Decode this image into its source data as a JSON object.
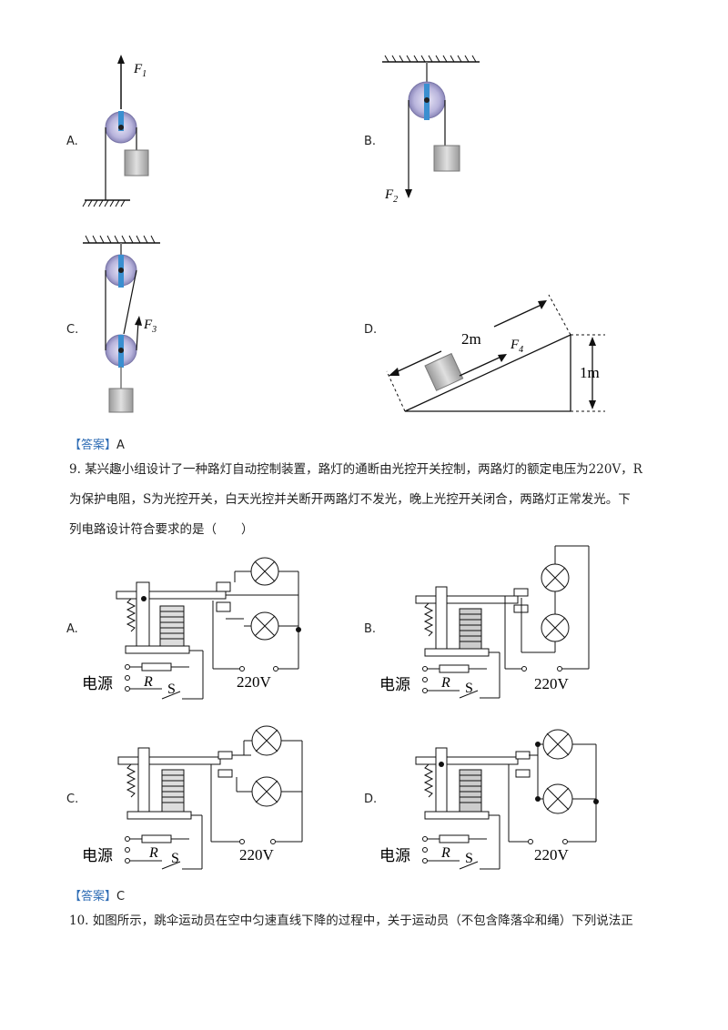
{
  "q8": {
    "options": [
      {
        "label": "A.",
        "force": "F",
        "sub": "1"
      },
      {
        "label": "B.",
        "force": "F",
        "sub": "2"
      },
      {
        "label": "C.",
        "force": "F",
        "sub": "3"
      },
      {
        "label": "D.",
        "force": "F",
        "sub": "4",
        "slope_length": "2m",
        "height": "1m"
      }
    ],
    "answer_tag": "【答案】",
    "answer": "A"
  },
  "q9": {
    "text_line1": "9. 某兴趣小组设计了一种路灯自动控制装置，路灯的通断由光控开关控制，两路灯的额定电压为220V，R",
    "text_line2": "为保护电阻，S为光控开关，白天光控并关断开两路灯不发光，晚上光控开关闭合，两路灯正常发光。下",
    "text_line3": "列电路设计符合要求的是（　　）",
    "circuit_texts": {
      "source": "电源",
      "resistor": "R",
      "switch": "S",
      "voltage": "220V"
    },
    "options": [
      {
        "label": "A."
      },
      {
        "label": "B."
      },
      {
        "label": "C."
      },
      {
        "label": "D."
      }
    ],
    "answer_tag": "【答案】",
    "answer": "C"
  },
  "q10": {
    "text": "10. 如图所示，跳伞运动员在空中匀速直线下降的过程中，关于运动员（不包含降落伞和绳）下列说法正"
  }
}
